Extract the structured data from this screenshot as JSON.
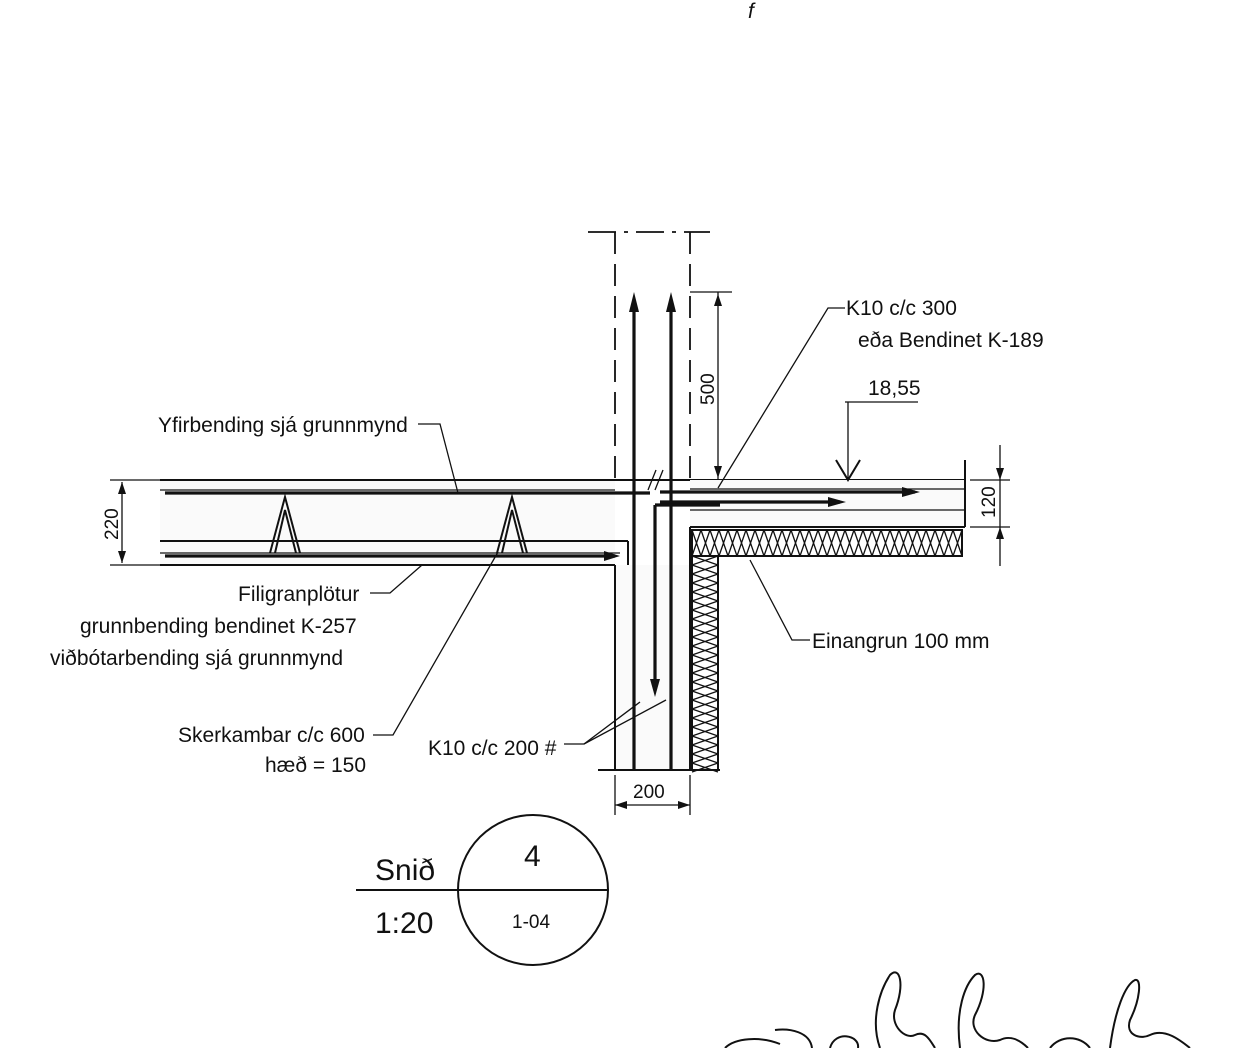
{
  "labels": {
    "reinforcement_top_slab": "K10 c/c 300",
    "reinforcement_top_slab_alt": "eða Bendinet K-189",
    "level": "18,55",
    "top_reinforcement": "Yfirbending sjá grunnmynd",
    "filigran": "Filigranplötur",
    "base_reinforcement": "grunnbending bendinet K-257",
    "extra_reinforcement": "viðbótarbending sjá grunnmynd",
    "shear_combs": "Skerkambar c/c 600",
    "shear_combs_height": "hæð = 150",
    "wall_reinforcement": "K10 c/c 200 #",
    "insulation": "Einangrun 100 mm"
  },
  "dimensions": {
    "slab_thickness": "220",
    "upper_slab_thickness": "120",
    "anchorage_length": "500",
    "wall_thickness": "200"
  },
  "title_block": {
    "section_label": "Snið",
    "scale": "1:20",
    "section_number": "4",
    "sheet": "1-04"
  },
  "stray_mark": "f"
}
